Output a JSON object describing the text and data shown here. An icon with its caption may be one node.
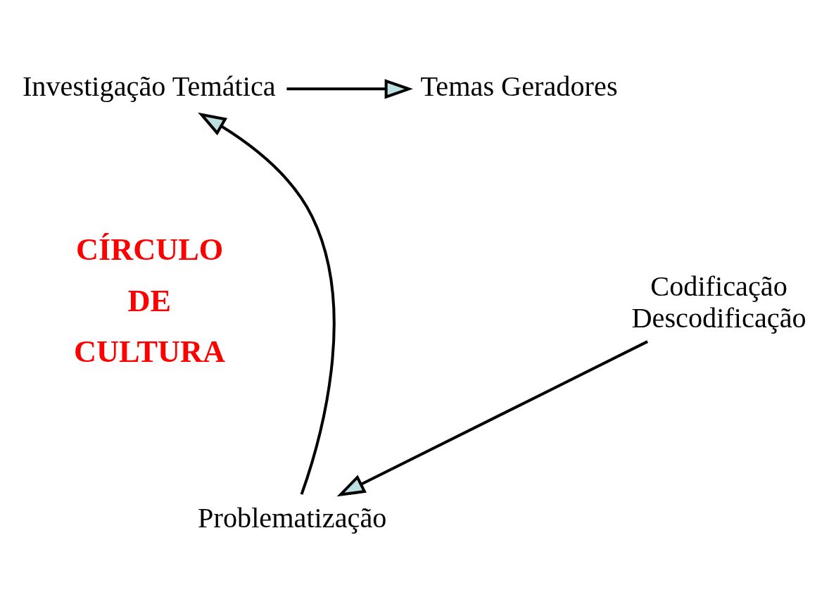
{
  "diagram": {
    "nodes": [
      {
        "text": [
          "Investigação Temática"
        ]
      },
      {
        "text": [
          "Temas Geradores"
        ]
      },
      {
        "text": [
          "Codificação",
          "Descodificação"
        ]
      },
      {
        "text": [
          "Problematização"
        ]
      }
    ],
    "edges": [
      {
        "from": 0,
        "to": 1,
        "arrow": "to"
      },
      {
        "from": 2,
        "to": 3,
        "arrow": "to"
      },
      {
        "from": 3,
        "to": 0,
        "arrow": "to"
      }
    ],
    "labels": [
      "CÍRCULO",
      "DE",
      "CULTURA"
    ]
  }
}
